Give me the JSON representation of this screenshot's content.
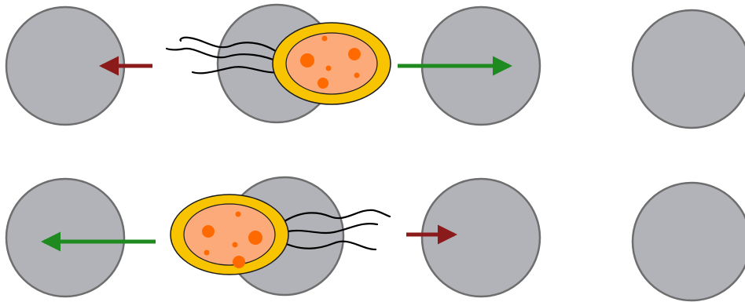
{
  "colors": {
    "background": "#ffffff",
    "obstacle_fill": "#b1b3b8",
    "obstacle_stroke": "#6e6e6e",
    "cell_outer": "#f8c400",
    "cell_inner": "#fdaa7a",
    "cell_outline": "#1a1a1a",
    "granule": "#ff6a00",
    "flagellum": "#000000",
    "arrow_forward": "#1f8a1f",
    "arrow_backward": "#8b1a1a"
  },
  "rows": [
    {
      "id": "top",
      "cell_facing": "right",
      "flagella_side": "left",
      "arrows": [
        {
          "color_role": "arrow_backward",
          "direction": "left",
          "emphasis": "short"
        },
        {
          "color_role": "arrow_forward",
          "direction": "right",
          "emphasis": "long"
        }
      ]
    },
    {
      "id": "bottom",
      "cell_facing": "left",
      "flagella_side": "right",
      "arrows": [
        {
          "color_role": "arrow_forward",
          "direction": "left",
          "emphasis": "long"
        },
        {
          "color_role": "arrow_backward",
          "direction": "right",
          "emphasis": "short"
        }
      ]
    }
  ],
  "obstacle_count_per_row": 4,
  "flagella_count_per_cell": 3,
  "granule_count_per_cell": 6
}
